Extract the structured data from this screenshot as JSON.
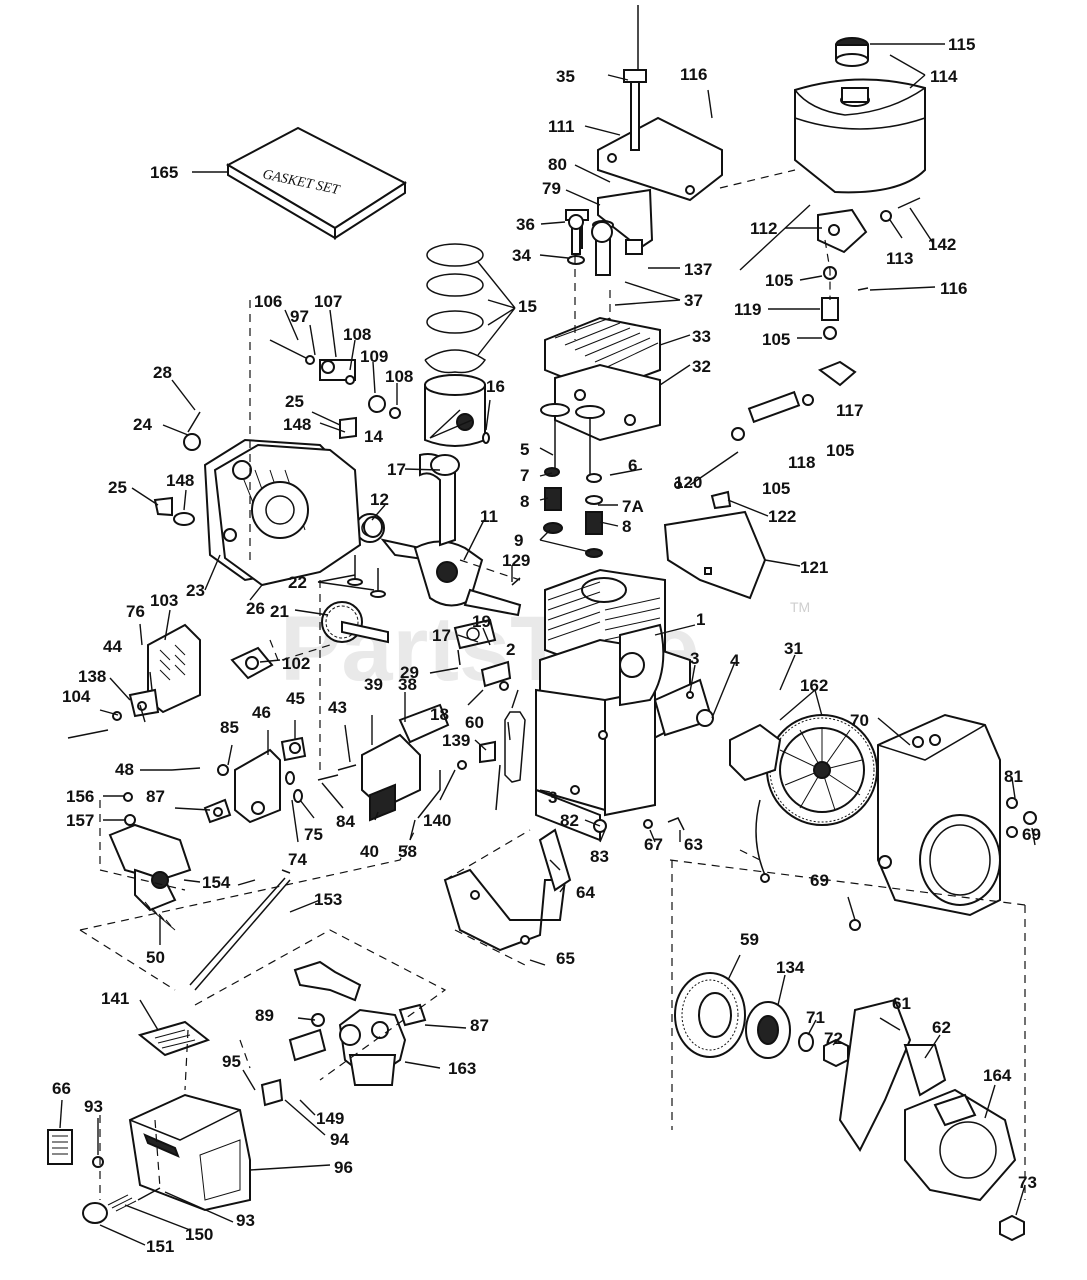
{
  "watermark": {
    "text": "PartsTree",
    "tm": "TM"
  },
  "gasket_box_text": "GASKET SET",
  "labels": {
    "p1": "1",
    "p2": "2",
    "p3a": "3",
    "p3b": "3",
    "p4": "4",
    "p5": "5",
    "p6": "6",
    "p7": "7",
    "p7a": "7A",
    "p8a": "8",
    "p8b": "8",
    "p9": "9",
    "p11": "11",
    "p12": "12",
    "p14": "14",
    "p15": "15",
    "p16": "16",
    "p17a": "17",
    "p17b": "17",
    "p18": "18",
    "p19": "19",
    "p21": "21",
    "p22": "22",
    "p23": "23",
    "p24": "24",
    "p25a": "25",
    "p25b": "25",
    "p26": "26",
    "p28": "28",
    "p29": "29",
    "p31": "31",
    "p32": "32",
    "p33": "33",
    "p34": "34",
    "p35": "35",
    "p36": "36",
    "p37": "37",
    "p38": "38",
    "p39": "39",
    "p40": "40",
    "p43": "43",
    "p44": "44",
    "p45": "45",
    "p46": "46",
    "p48": "48",
    "p50": "50",
    "p58": "58",
    "p59": "59",
    "p60": "60",
    "p61": "61",
    "p62": "62",
    "p63": "63",
    "p64": "64",
    "p65": "65",
    "p66": "66",
    "p67": "67",
    "p69a": "69",
    "p69b": "69",
    "p70": "70",
    "p71": "71",
    "p72": "72",
    "p73": "73",
    "p74": "74",
    "p75": "75",
    "p76": "76",
    "p79": "79",
    "p80": "80",
    "p81": "81",
    "p82": "82",
    "p83": "83",
    "p84": "84",
    "p85": "85",
    "p87a": "87",
    "p87b": "87",
    "p89": "89",
    "p93a": "93",
    "p93b": "93",
    "p94": "94",
    "p95": "95",
    "p96": "96",
    "p97": "97",
    "p102": "102",
    "p103": "103",
    "p104": "104",
    "p105a": "105",
    "p105b": "105",
    "p105c": "105",
    "p105d": "105",
    "p106": "106",
    "p107": "107",
    "p108a": "108",
    "p108b": "108",
    "p109": "109",
    "p111": "111",
    "p112": "112",
    "p113": "113",
    "p114": "114",
    "p115": "115",
    "p116a": "116",
    "p116b": "116",
    "p117": "117",
    "p118": "118",
    "p119": "119",
    "p120": "120",
    "p121": "121",
    "p122": "122",
    "p129": "129",
    "p134": "134",
    "p137": "137",
    "p138": "138",
    "p139": "139",
    "p140": "140",
    "p141": "141",
    "p142": "142",
    "p148a": "148",
    "p148b": "148",
    "p149": "149",
    "p150": "150",
    "p151": "151",
    "p153": "153",
    "p154": "154",
    "p156": "156",
    "p157": "157",
    "p162": "162",
    "p163": "163",
    "p164": "164",
    "p165": "165"
  }
}
